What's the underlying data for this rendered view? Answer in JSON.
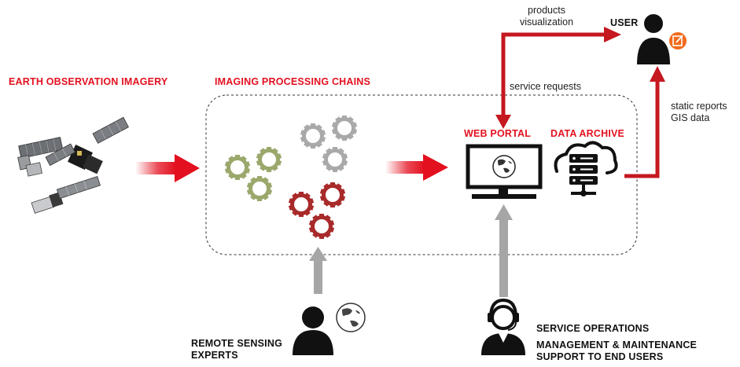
{
  "labels": {
    "earth_observation_imagery": "EARTH OBSERVATION IMAGERY",
    "imaging_processing_chains": "IMAGING PROCESSING CHAINS",
    "web_portal": "WEB PORTAL",
    "data_archive": "DATA ARCHIVE",
    "user": "USER",
    "products_visualization_line1": "products",
    "products_visualization_line2": "visualization",
    "service_requests": "service requests",
    "static_reports_line1": "static reports",
    "static_reports_line2": "GIS data",
    "remote_sensing_line1": "REMOTE SENSING",
    "remote_sensing_line2": "EXPERTS",
    "service_operations": "SERVICE OPERATIONS",
    "management_line1": "MANAGEMENT & MAINTENANCE",
    "management_line2": "SUPPORT TO END USERS"
  },
  "colors": {
    "accent_red": "#e3101f",
    "dark_red": "#c51820",
    "gear_green": "#9aa86c",
    "gear_gray": "#a9a9a9",
    "gear_red": "#a82a2a",
    "arrow_gray": "#a6a6a6",
    "user_badge_orange": "#f26b1d"
  },
  "icons": {
    "satellites": "satellite-icon",
    "gears": "gear-icon",
    "monitor": "monitor-icon",
    "server": "server-cloud-icon",
    "user": "user-icon",
    "expert": "person-icon",
    "globe": "globe-icon",
    "operator": "headset-operator-icon"
  }
}
